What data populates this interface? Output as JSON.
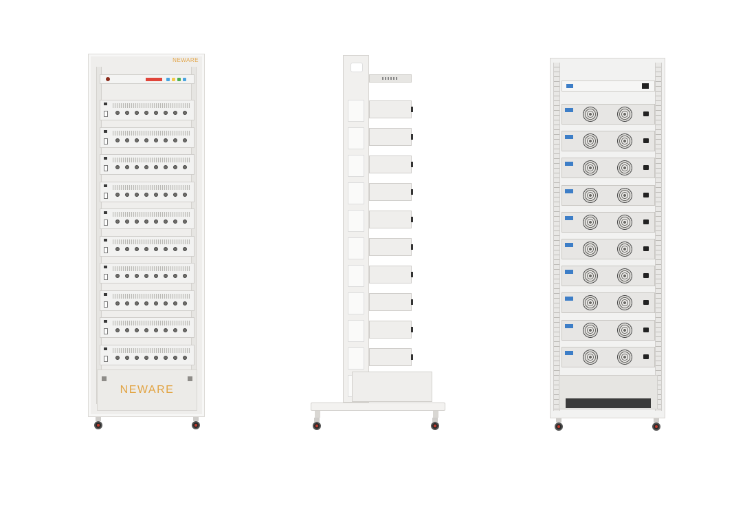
{
  "racks": [
    {
      "view": "front",
      "brand_top": "NEWARE",
      "brand_base": "NEWARE",
      "module_count": 10
    },
    {
      "view": "side",
      "module_count": 10
    },
    {
      "view": "back",
      "module_count": 10
    }
  ],
  "colors": {
    "background": "#ffffff",
    "rack_body": "#efeeec",
    "brand_accent": "#e2a341",
    "display_red": "#e0453a",
    "connector_blue": "#3d7ec7"
  }
}
